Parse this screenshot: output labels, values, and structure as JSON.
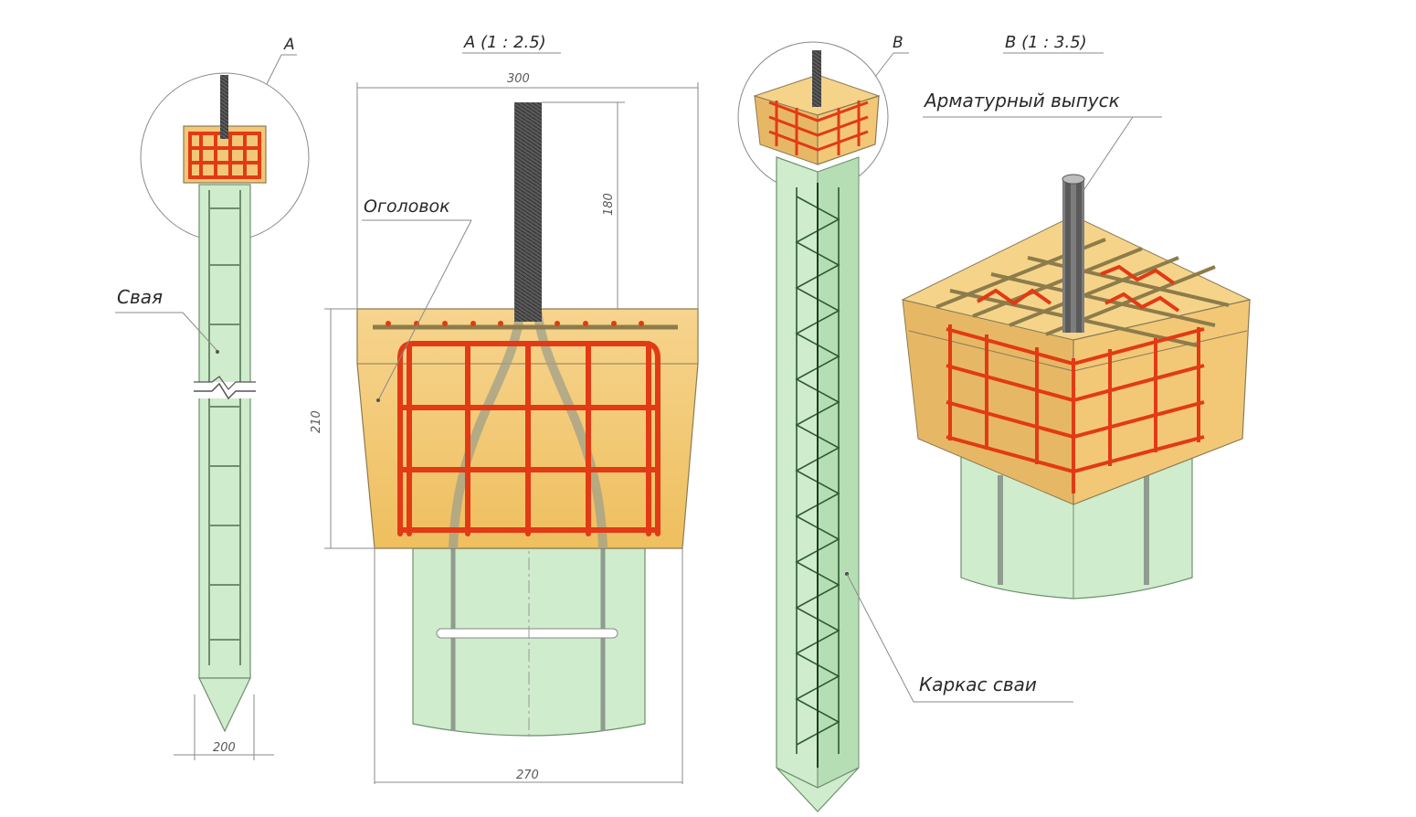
{
  "labels": {
    "detail_a_marker": "A",
    "detail_a_title": "A (1 : 2.5)",
    "detail_b_marker": "B",
    "detail_b_title": "B (1 : 3.5)",
    "pile": "Свая",
    "pile_head": "Оголовок",
    "rebar_outlet": "Арматурный выпуск",
    "pile_frame": "Каркас сваи"
  },
  "dimensions": {
    "pile_width": "200",
    "cap_width_top": "300",
    "cap_height": "210",
    "rebar_outlet_height": "180",
    "cap_width_bottom": "270"
  },
  "colors": {
    "pile_concrete": "#cfeccc",
    "cap_concrete": "#f2c877",
    "cap_rebar": "#e23a14",
    "outlet_steel": "#4d4d4d",
    "line": "#8a8a8a"
  }
}
